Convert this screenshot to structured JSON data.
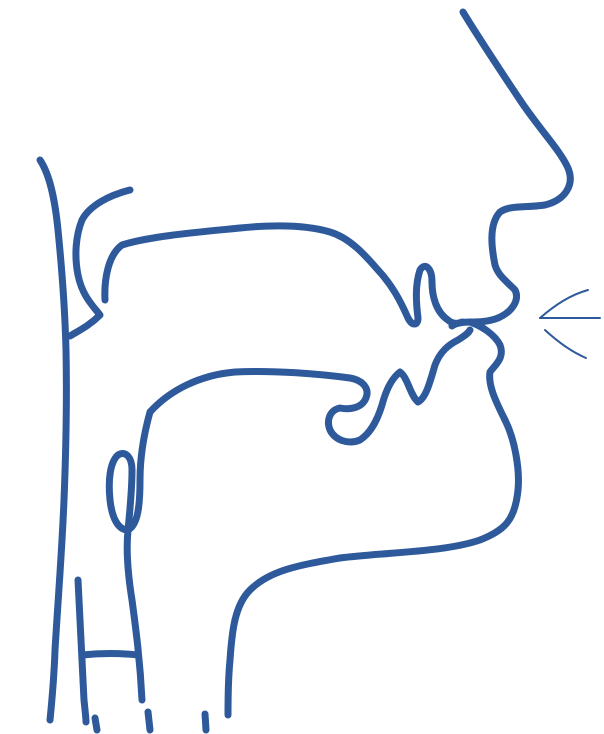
{
  "diagram": {
    "subject": "vocal-tract-sagittal-section",
    "colors": {
      "line": "#2e5a9c",
      "background": "#ffffff"
    },
    "parts": [
      {
        "id": "face-profile",
        "icon": "face-profile-outline"
      },
      {
        "id": "palate",
        "icon": "palate-outline"
      },
      {
        "id": "velum",
        "icon": "velum-outline"
      },
      {
        "id": "tongue",
        "icon": "tongue-outline"
      },
      {
        "id": "upper-lip",
        "icon": "upper-lip-outline"
      },
      {
        "id": "lower-lip",
        "icon": "lower-lip-outline"
      },
      {
        "id": "chin-jaw",
        "icon": "jaw-outline"
      },
      {
        "id": "pharynx",
        "icon": "pharynx-outline"
      },
      {
        "id": "epiglottis",
        "icon": "epiglottis-outline"
      },
      {
        "id": "larynx",
        "icon": "larynx-outline"
      },
      {
        "id": "airflow",
        "icon": "airflow-arrow-icon"
      }
    ]
  }
}
